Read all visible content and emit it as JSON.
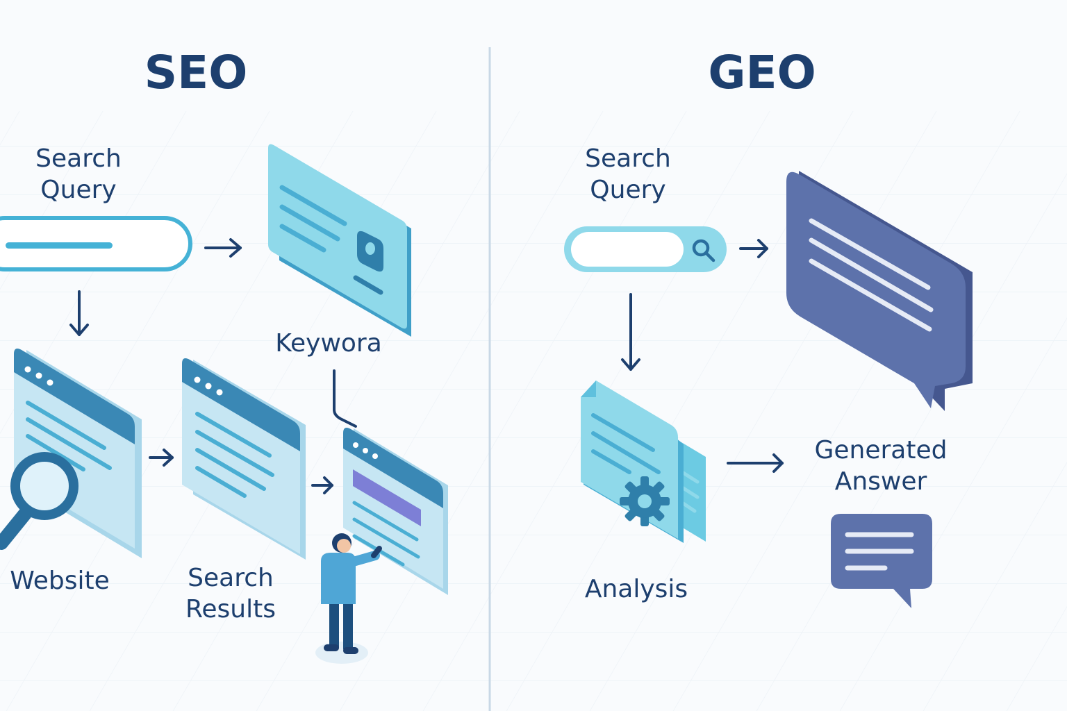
{
  "seo": {
    "title": "SEO",
    "search_query_label": "Search\nQuery",
    "keyword_label": "Keywora",
    "website_label": "Website",
    "search_results_label": "Search\nResults"
  },
  "geo": {
    "title": "GEO",
    "search_query_label": "Search\nQuery",
    "analysis_label": "Analysis",
    "generated_answer_label": "Generated\nAnswer"
  },
  "colors": {
    "navy": "#1d3f6e",
    "light_blue": "#8fd9ea",
    "mid_blue": "#4aaed3",
    "window_header": "#3a88b5",
    "window_body": "#c6e6f3",
    "purple": "#5d72ab",
    "highlight": "#7d7fd6"
  }
}
